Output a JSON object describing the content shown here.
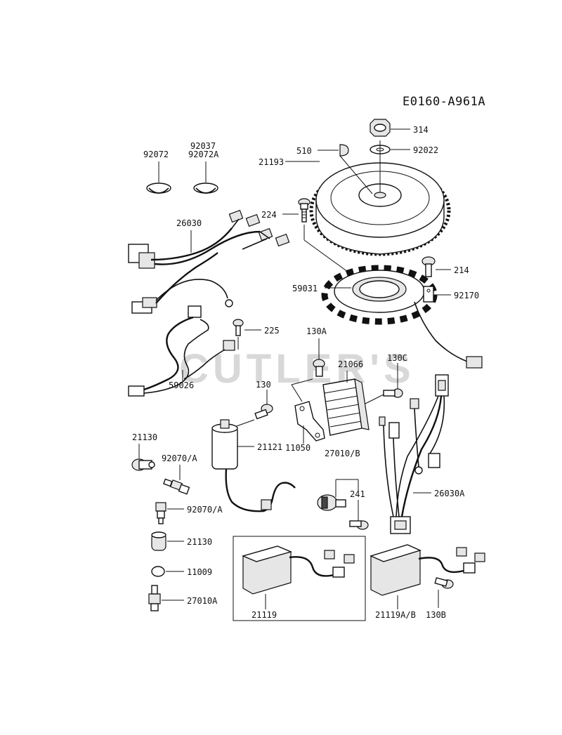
{
  "diagram_code": "E0160-A961A",
  "watermark": "CUTLER'S",
  "parts": {
    "p314": "314",
    "p510": "510",
    "p92022": "92022",
    "p21193": "21193",
    "p224": "224",
    "p92072": "92072",
    "p92037": "92037",
    "p92072A": "92072A",
    "p26030": "26030",
    "p214": "214",
    "p59031": "59031",
    "p92170": "92170",
    "p225": "225",
    "p130A": "130A",
    "p21066": "21066",
    "p130C": "130C",
    "p130": "130",
    "p59026": "59026",
    "p21121": "21121",
    "p21130_top": "21130",
    "p92070A_top": "92070/A",
    "p11050": "11050",
    "p27010B": "27010/B",
    "p241": "241",
    "p26030A": "26030A",
    "p92070A_bot": "92070/A",
    "p21130_bot": "21130",
    "p11009": "11009",
    "p27010A": "27010A",
    "p21119": "21119",
    "p21119AB": "21119A/B",
    "p130B": "130B"
  }
}
